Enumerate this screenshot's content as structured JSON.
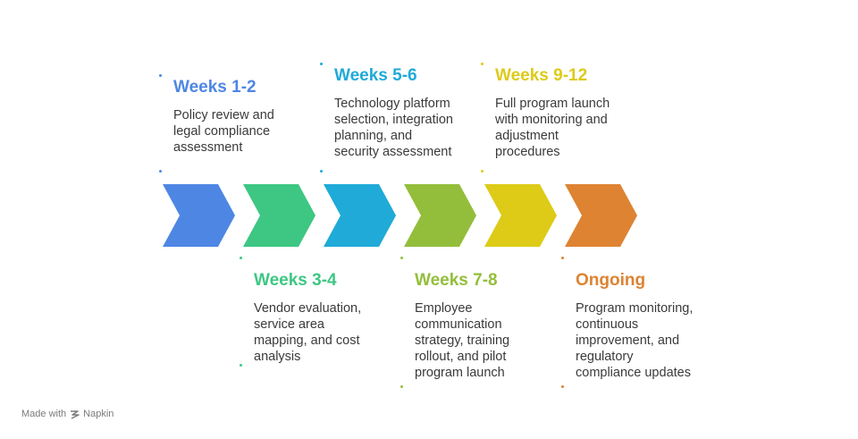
{
  "stages": [
    {
      "title": "Weeks 1-2",
      "desc": "Policy review and\nlegal compliance\nassessment",
      "color": "#4E86E4"
    },
    {
      "title": "Weeks 3-4",
      "desc": "Vendor evaluation,\nservice area\nmapping, and cost\nanalysis",
      "color": "#3DC783"
    },
    {
      "title": "Weeks 5-6",
      "desc": "Technology platform\nselection, integration\nplanning, and\nsecurity assessment",
      "color": "#1FAAD8"
    },
    {
      "title": "Weeks 7-8",
      "desc": "Employee\ncommunication\nstrategy, training\nrollout, and pilot\nprogram launch",
      "color": "#93BE3B"
    },
    {
      "title": "Weeks 9-12",
      "desc": "Full program launch\nwith monitoring and\nadjustment\nprocedures",
      "color": "#DDCB18"
    },
    {
      "title": "Ongoing",
      "desc": "Program monitoring,\ncontinuous\nimprovement, and\nregulatory\ncompliance updates",
      "color": "#DE8332"
    }
  ],
  "footer": {
    "made_with": "Made with",
    "brand": "Napkin"
  }
}
